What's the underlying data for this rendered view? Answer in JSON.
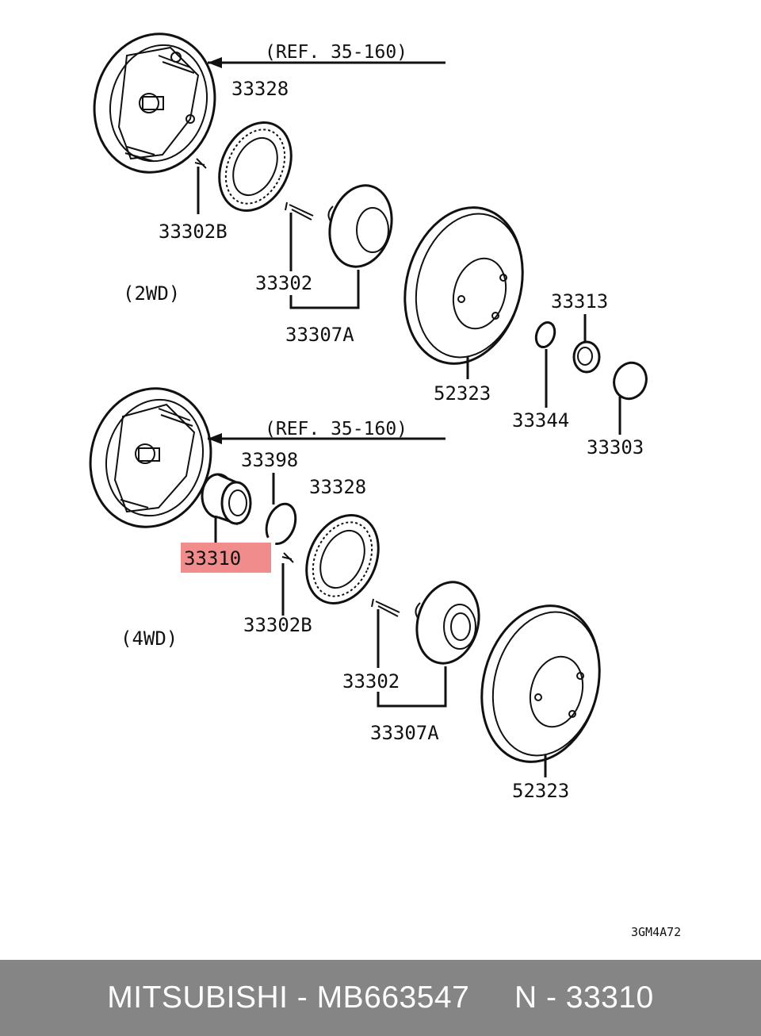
{
  "diagram": {
    "top": {
      "ref": "(REF. 35-160)",
      "variant": "(2WD)",
      "labels": {
        "backing_ring": "33328",
        "screw": "33302B",
        "stud": "33302",
        "hub_assembly": "33307A",
        "drum": "52323",
        "nut": "33313",
        "washer": "33344",
        "cap": "33303"
      }
    },
    "bottom": {
      "ref": "(REF. 35-160)",
      "variant": "(4WD)",
      "labels": {
        "snap_ring": "33398",
        "backing_ring": "33328",
        "bearing": "33310",
        "screw": "33302B",
        "stud": "33302",
        "hub_assembly": "33307A",
        "drum": "52323"
      }
    },
    "highlight": {
      "label": "33310",
      "color": "#f08c8c"
    },
    "code": "3GM4A72"
  },
  "footer": {
    "text": "MITSUBISHI - MB663547     N - 33310",
    "background": "#858585"
  }
}
